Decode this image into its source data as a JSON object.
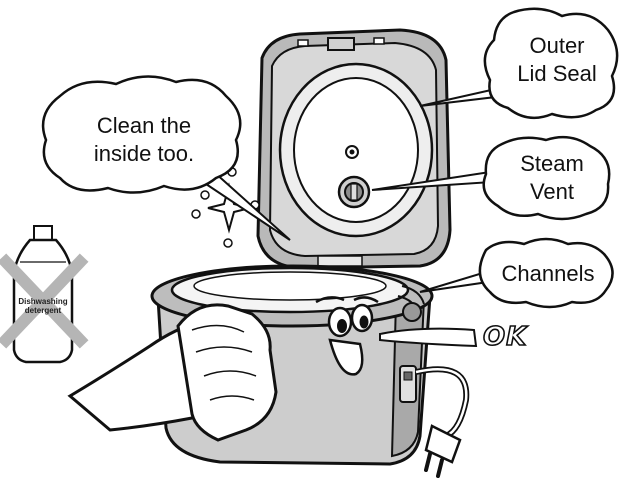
{
  "labels": {
    "outer_lid_seal": [
      "Outer",
      "Lid Seal"
    ],
    "steam_vent": [
      "Steam",
      "Vent"
    ],
    "channels": "Channels",
    "clean_inside": [
      "Clean the",
      "inside too."
    ],
    "ok": "OK"
  },
  "detergent_bottle": {
    "label": [
      "Dishwashing",
      "detergent"
    ],
    "crossed_out": true
  },
  "colors": {
    "outline": "#111111",
    "body_gray": "#cfcfcf",
    "dark_gray": "#9a9a9a",
    "light_gray": "#e6e6e6",
    "cross_gray": "#b5b5b5"
  }
}
